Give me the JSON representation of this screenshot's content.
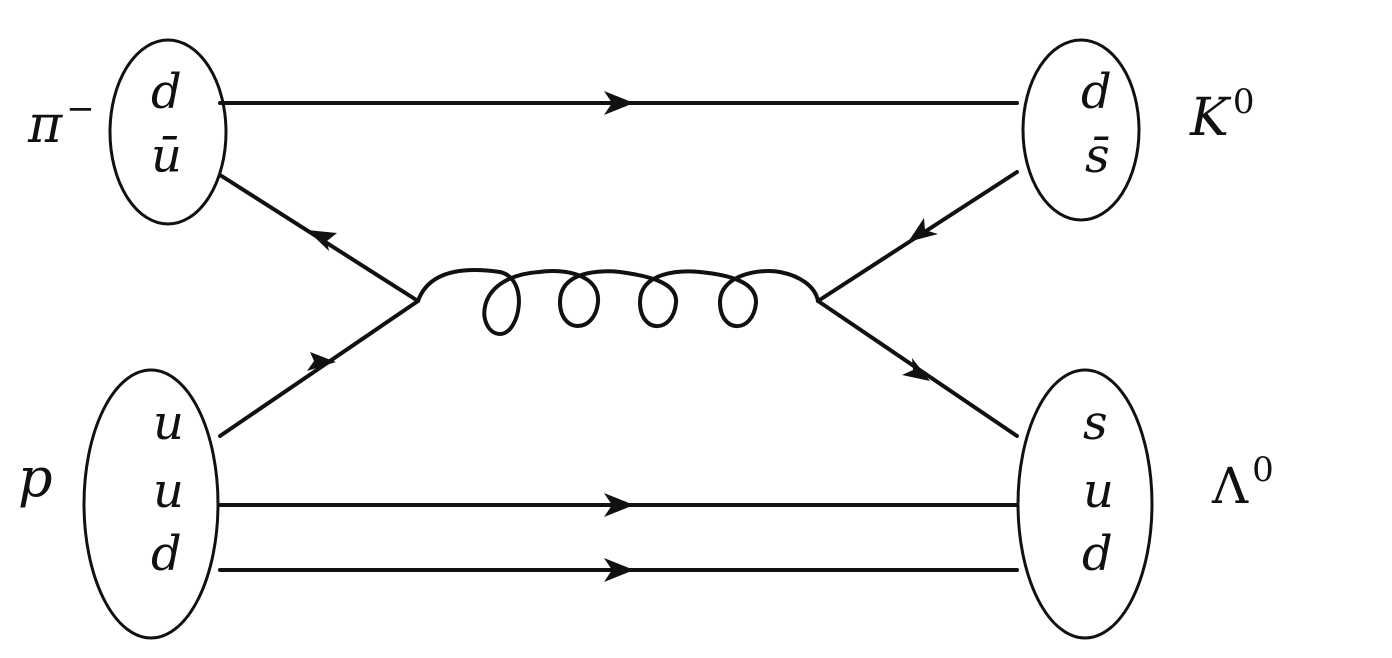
{
  "diagram": {
    "particles": {
      "pion": {
        "symbol": "π",
        "superscript": "−"
      },
      "kaon": {
        "symbol": "K",
        "superscript": "0"
      },
      "proton": {
        "symbol": "p"
      },
      "lambda": {
        "symbol": "Λ",
        "superscript": "0"
      }
    },
    "quarks": {
      "pion": [
        "d",
        "ū"
      ],
      "kaon": [
        "d",
        "s̄"
      ],
      "proton": [
        "u",
        "u",
        "d"
      ],
      "lambda": [
        "s",
        "u",
        "d"
      ]
    },
    "exchange": "gluon",
    "stroke_color": "#111111"
  }
}
